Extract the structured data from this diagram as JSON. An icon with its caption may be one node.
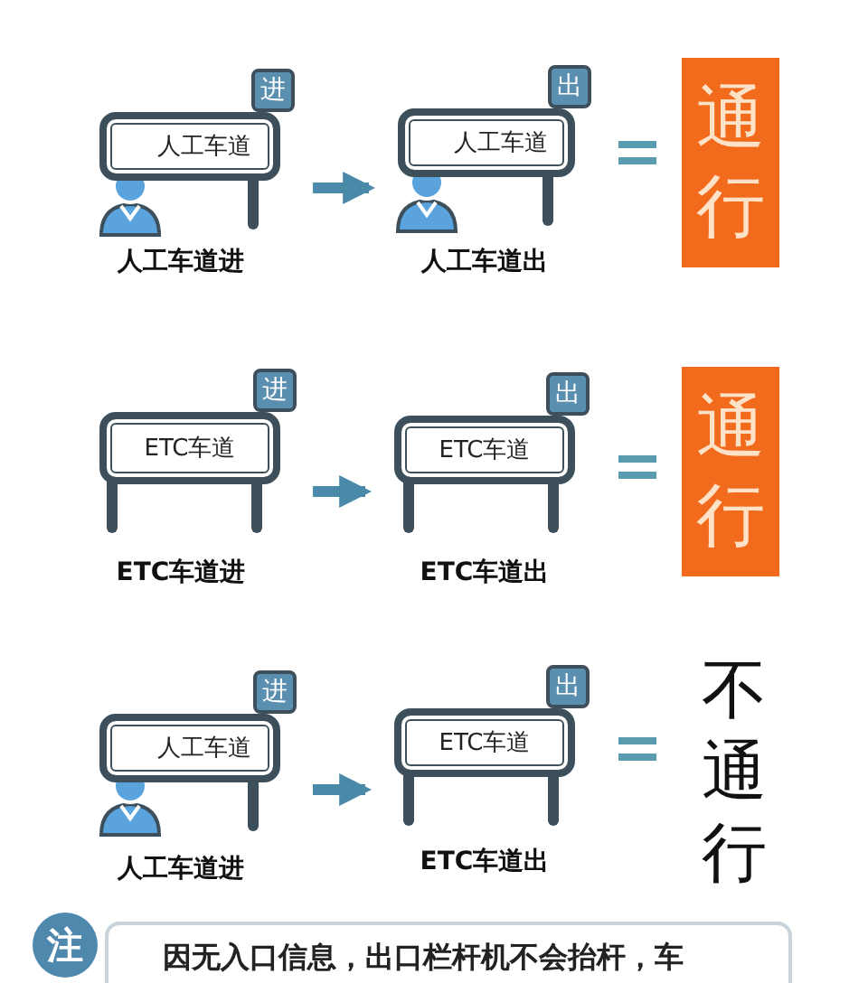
{
  "diagram": {
    "nodes": [
      {
        "text": [
          "人工车道"
        ],
        "beside": [
          "人工车道进"
        ]
      },
      {
        "text": [
          "进"
        ]
      },
      {
        "text": [
          "人工车道"
        ],
        "beside": [
          "人工车道出"
        ]
      },
      {
        "text": [
          "出"
        ]
      },
      {
        "text": [
          "通行"
        ]
      },
      {
        "text": [
          "ETC车道"
        ],
        "beside": [
          "ETC车道进"
        ]
      },
      {
        "text": [
          "进"
        ]
      },
      {
        "text": [
          "ETC车道"
        ],
        "beside": [
          "ETC车道出"
        ]
      },
      {
        "text": [
          "出"
        ]
      },
      {
        "text": [
          "通行"
        ]
      },
      {
        "text": [
          "人工车道"
        ]
      },
      {
        "text": [
          "进"
        ]
      },
      {
        "text": [
          "ETC车道"
        ],
        "beside": [
          "ETC车道出"
        ]
      },
      {
        "text": [
          "出"
        ]
      },
      {
        "text": [
          "注"
        ]
      },
      {
        "text": [
          "因无入口信息，出口栏杆机不会抬杆，车"
        ]
      }
    ],
    "edges": [
      {
        "from": 0,
        "to": 2,
        "arrow": "to"
      },
      {
        "from": 5,
        "to": 7,
        "arrow": "to"
      },
      {
        "from": 10,
        "to": 12,
        "arrow": "to"
      }
    ],
    "labels": [
      "不通行",
      "人工车道进"
    ]
  }
}
